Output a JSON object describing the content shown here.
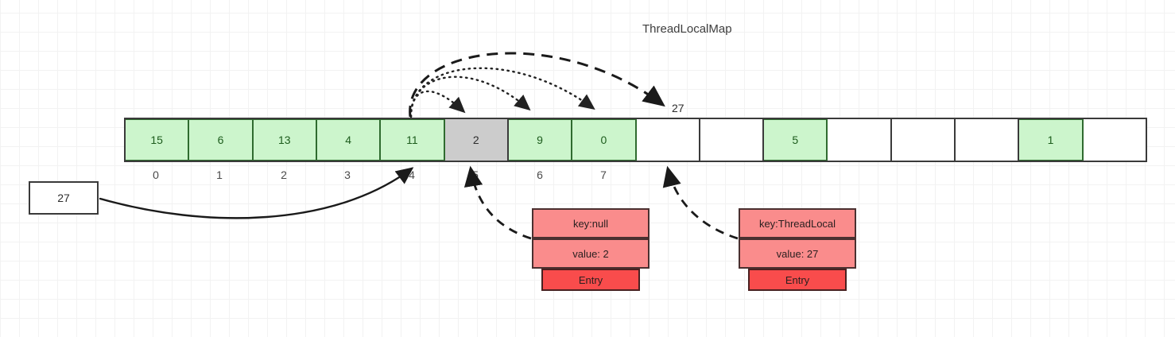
{
  "diagram": {
    "title": "ThreadLocalMap",
    "arrow_label": "27",
    "source_value_box": "27"
  },
  "array": {
    "cells": [
      {
        "value": "15",
        "state": "filled"
      },
      {
        "value": "6",
        "state": "filled"
      },
      {
        "value": "13",
        "state": "filled"
      },
      {
        "value": "4",
        "state": "filled"
      },
      {
        "value": "11",
        "state": "filled"
      },
      {
        "value": "2",
        "state": "stale"
      },
      {
        "value": "9",
        "state": "filled"
      },
      {
        "value": "0",
        "state": "filled"
      },
      {
        "value": "",
        "state": "empty"
      },
      {
        "value": "",
        "state": "empty"
      },
      {
        "value": "5",
        "state": "filled"
      },
      {
        "value": "",
        "state": "empty"
      },
      {
        "value": "",
        "state": "empty"
      },
      {
        "value": "",
        "state": "empty"
      },
      {
        "value": "1",
        "state": "filled"
      },
      {
        "value": "",
        "state": "empty"
      }
    ],
    "indices": [
      "0",
      "1",
      "2",
      "3",
      "4",
      "5",
      "6",
      "7"
    ]
  },
  "entries": [
    {
      "name": "stale-entry",
      "key": "key:null",
      "value": "value: 2",
      "tag": "Entry"
    },
    {
      "name": "threadlocal-entry",
      "key": "key:ThreadLocal",
      "value": "value: 27",
      "tag": "Entry"
    }
  ],
  "colors": {
    "filled_cell": "#ccf5cc",
    "stale_cell": "#cccccc",
    "empty_cell": "#ffffff",
    "entry_body": "#fa8c8c",
    "entry_tag": "#f94c4c",
    "stroke": "#3a3a3a"
  }
}
